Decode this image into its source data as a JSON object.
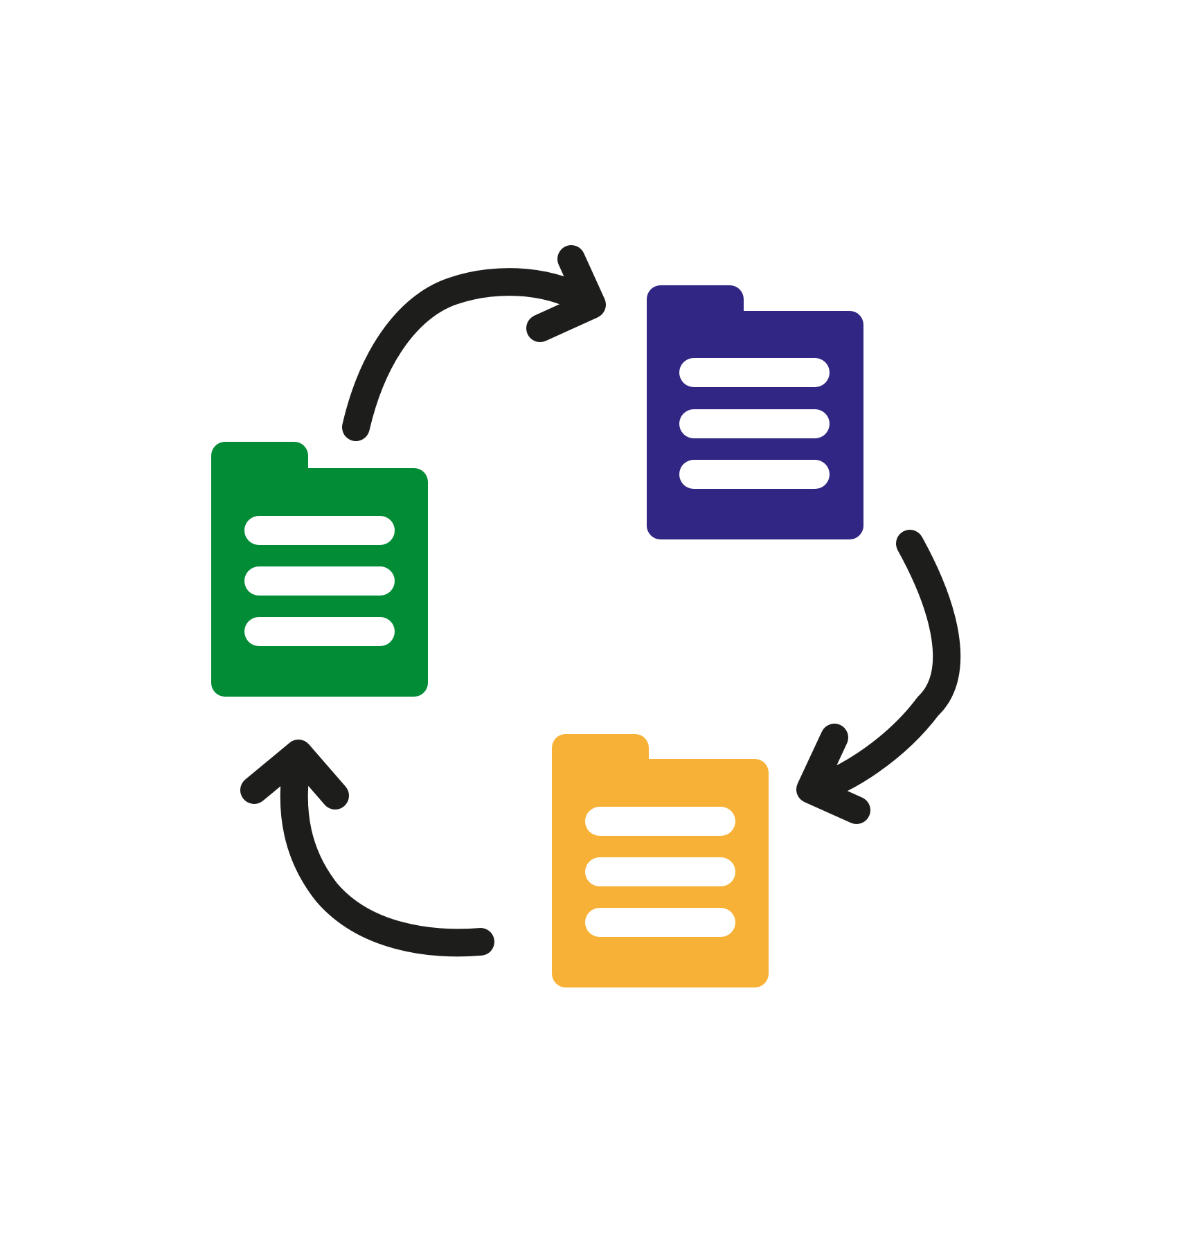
{
  "diagram": {
    "type": "cycle",
    "colors": {
      "background": "#ffffff",
      "arrow": "#1d1d1b",
      "line": "#ffffff"
    },
    "nodes": [
      {
        "id": "green",
        "icon": "folder-document-icon",
        "color": "#028c36",
        "lines": 3
      },
      {
        "id": "purple",
        "icon": "folder-document-icon",
        "color": "#312683",
        "lines": 3
      },
      {
        "id": "yellow",
        "icon": "folder-document-icon",
        "color": "#f7b136",
        "lines": 3
      }
    ],
    "edges": [
      {
        "from": "green",
        "to": "purple"
      },
      {
        "from": "purple",
        "to": "yellow"
      },
      {
        "from": "yellow",
        "to": "green"
      }
    ]
  }
}
